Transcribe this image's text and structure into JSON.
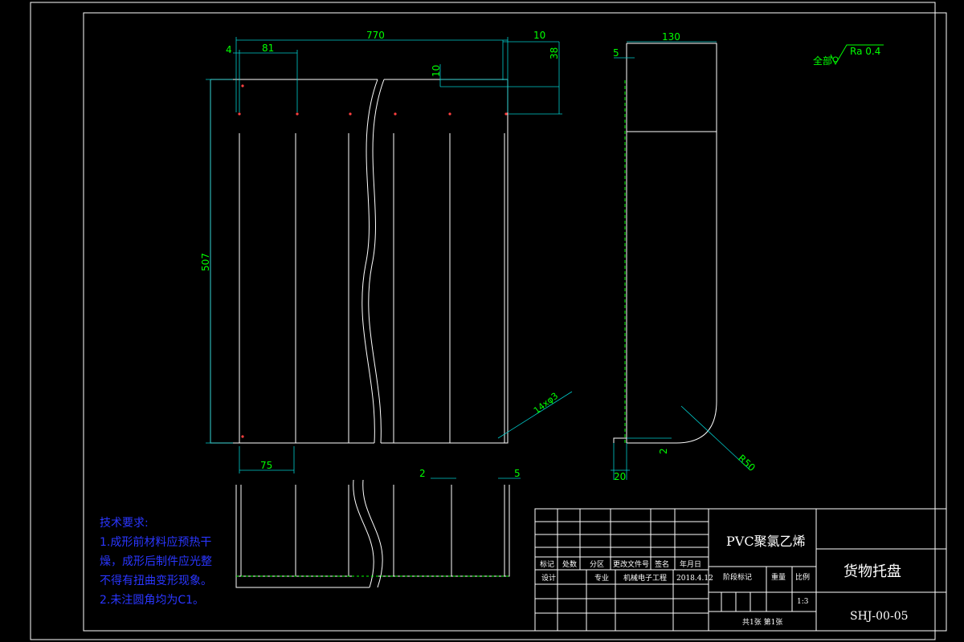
{
  "drawing": {
    "dims": {
      "top_len": "770",
      "left_off": "4",
      "pitch": "81",
      "right_off": "10",
      "lip_h": "10",
      "lip_w": "38",
      "height": "507",
      "holes": "14xφ3",
      "bottom_pitch": "75",
      "slot_w": "2",
      "edge": "5",
      "side_w": "130",
      "side_top": "5",
      "side_bot": "20",
      "side_gap": "2",
      "radius": "R50"
    },
    "roughness": {
      "prefix": "全部",
      "value": "Ra 0.4"
    }
  },
  "notes": {
    "title": "技术要求:",
    "lines": [
      "1.成形前材料应预热干",
      "燥，成形后制件应光整",
      "不得有扭曲变形现象。",
      "2.未注圆角均为C1。"
    ]
  },
  "title_block": {
    "material": "PVC聚氯乙烯",
    "part_name": "货物托盘",
    "drawing_no": "SHJ-00-05",
    "headers": [
      "标记",
      "处数",
      "分区",
      "更改文件号",
      "签名",
      "年月日"
    ],
    "design": "设计",
    "major": "专业",
    "major_value": "机械电子工程",
    "date": "2018.4.12",
    "stage": "阶段标记",
    "weight": "重量",
    "scale_label": "比例",
    "scale": "1:3",
    "sheets": "共1张 第1张"
  }
}
